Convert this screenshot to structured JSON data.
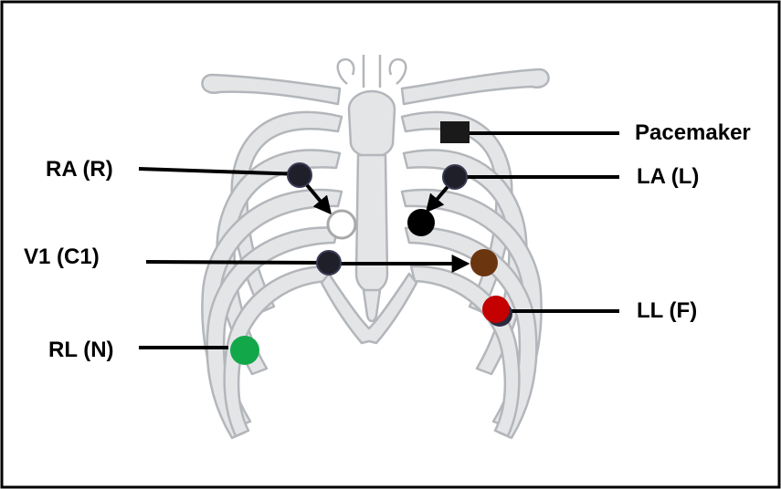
{
  "labels": {
    "pacemaker": "Pacemaker",
    "ra": "RA (R)",
    "la": "LA (L)",
    "v1": "V1 (C1)",
    "ll": "LL (F)",
    "rl": "RL (N)"
  },
  "colors": {
    "frame": "#000000",
    "bone_fill": "#e4e5e7",
    "bone_stroke": "#b3b6ba",
    "electrode_dark": "#1f1f2a",
    "electrode_black": "#000000",
    "electrode_white": "#ffffff",
    "electrode_brown": "#6b3510",
    "electrode_red": "#c40000",
    "electrode_green": "#12a84a",
    "pacemaker_box": "#1a1a1a"
  },
  "icons": {
    "anatomy": "rib-cage-illustration",
    "pacemaker": "pacemaker-device-icon"
  }
}
